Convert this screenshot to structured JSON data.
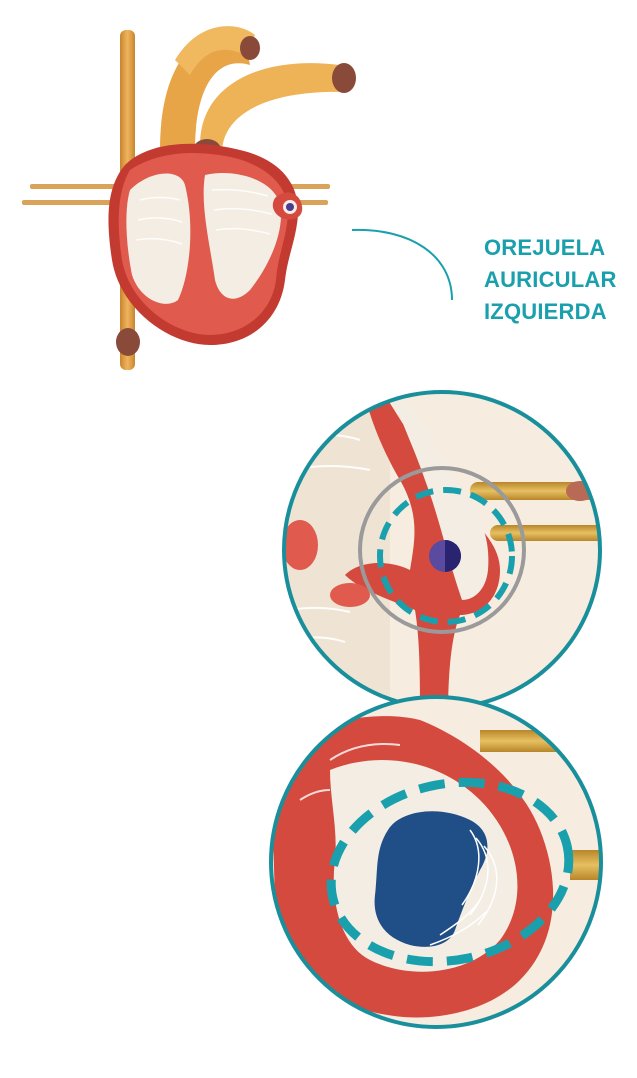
{
  "label": {
    "lines": [
      "OREJUELA",
      "AURICULAR",
      "IZQUIERDA"
    ]
  },
  "colors": {
    "accent": "#1aa0ad",
    "heart_dark": "#b8322c",
    "heart_light": "#e05a4e",
    "chamber": "#f4ede3",
    "vessel": "#e8a548",
    "vessel_cap": "#8a4a3a",
    "dot": "#4b3d8f",
    "device": "#1f4f86",
    "ring": "#9a9a9a"
  },
  "panels": [
    {
      "name": "heart-overview",
      "icon": "heart-illustration"
    },
    {
      "name": "zoom-appendage",
      "icon": "magnified-appendage"
    },
    {
      "name": "zoom-device",
      "icon": "occluder-device"
    }
  ]
}
